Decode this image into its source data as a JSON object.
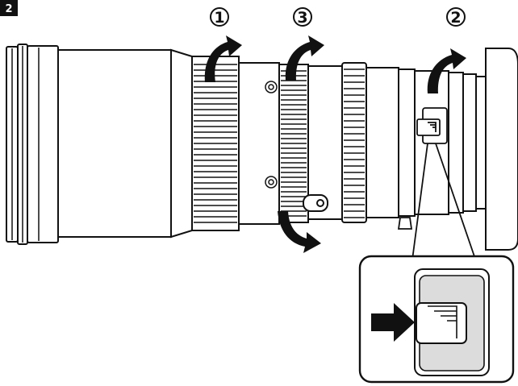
{
  "figure_label": "2",
  "steps": {
    "first": "1",
    "second": "2",
    "third": "3"
  },
  "icons": {
    "step_marker": "circled-digit",
    "rotation": "curved-arrow-icon",
    "push": "right-arrow-icon"
  },
  "colors": {
    "line": "#111111",
    "body": "#ffffff",
    "inset_switch": "#dcdcdc"
  }
}
